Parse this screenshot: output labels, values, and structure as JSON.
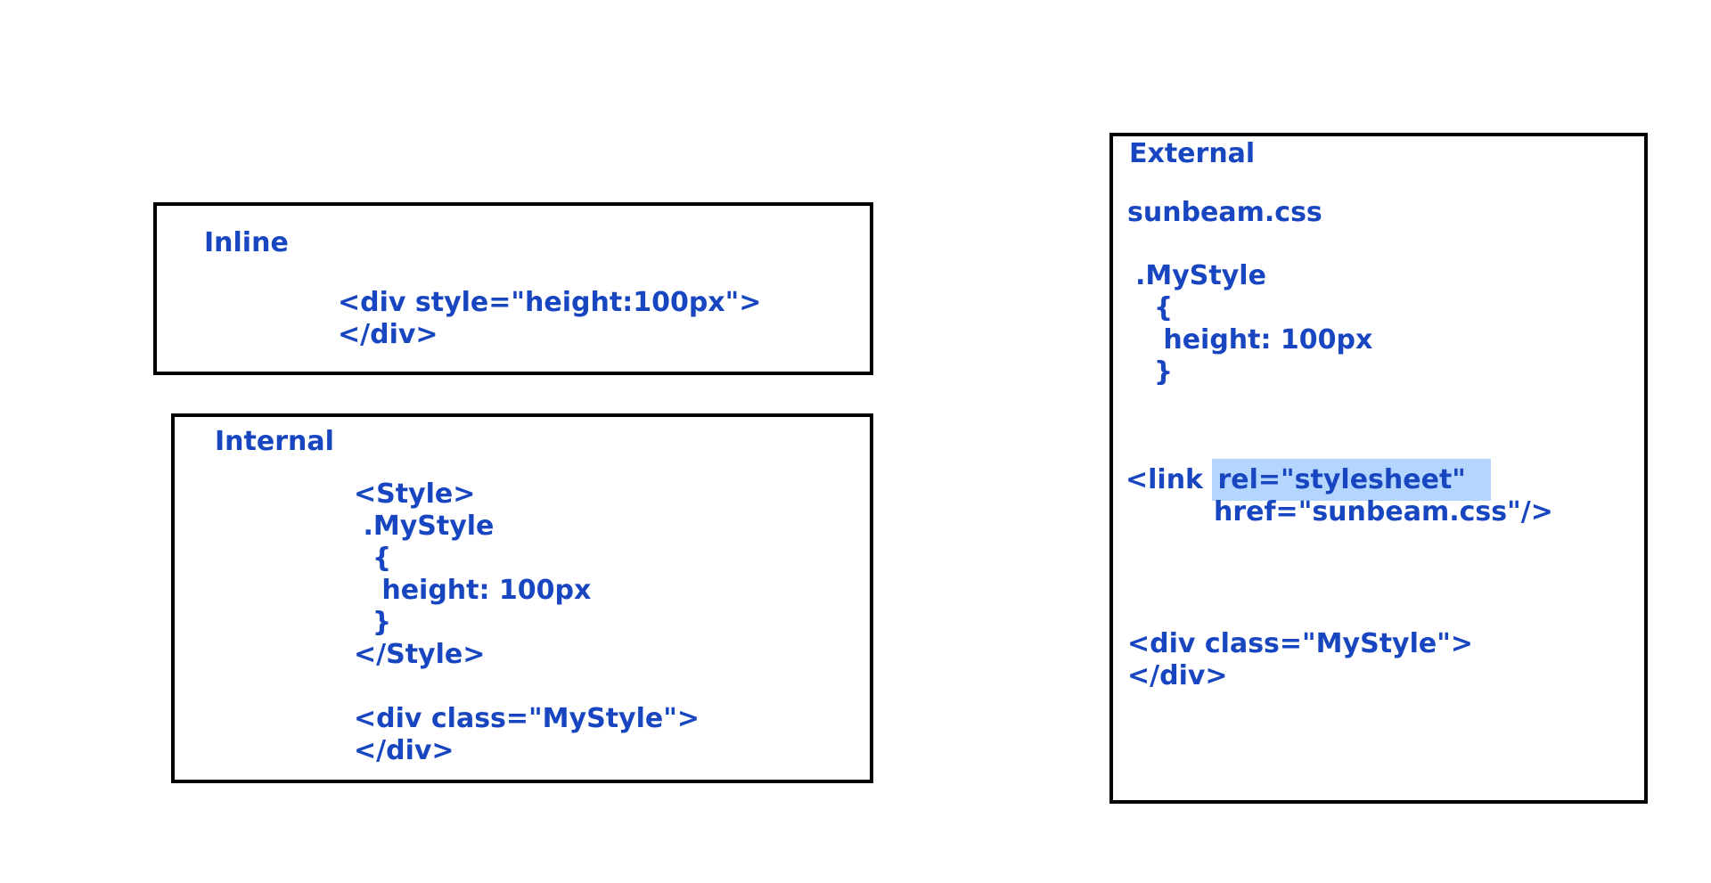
{
  "inline": {
    "title": "Inline",
    "code": [
      "<div style=\"height:100px\">",
      "</div>"
    ]
  },
  "internal": {
    "title": "Internal",
    "code": [
      "<Style>",
      " .MyStyle",
      "  {",
      "   height: 100px",
      "  }",
      "</Style>",
      "",
      "<div class=\"MyStyle\">",
      "</div>"
    ]
  },
  "external": {
    "title": "External",
    "filename": "sunbeam.css",
    "css": [
      ".MyStyle",
      "  {",
      "   height: 100px",
      "  }"
    ],
    "link_prefix": "<link ",
    "link_highlighted": "rel=\"stylesheet\"",
    "link_line2": "href=\"sunbeam.css\"/>",
    "div": [
      "<div class=\"MyStyle\">",
      "</div>"
    ]
  },
  "colors": {
    "text": "#1846c0",
    "border": "#000000",
    "highlight": "#b4d5fe"
  }
}
